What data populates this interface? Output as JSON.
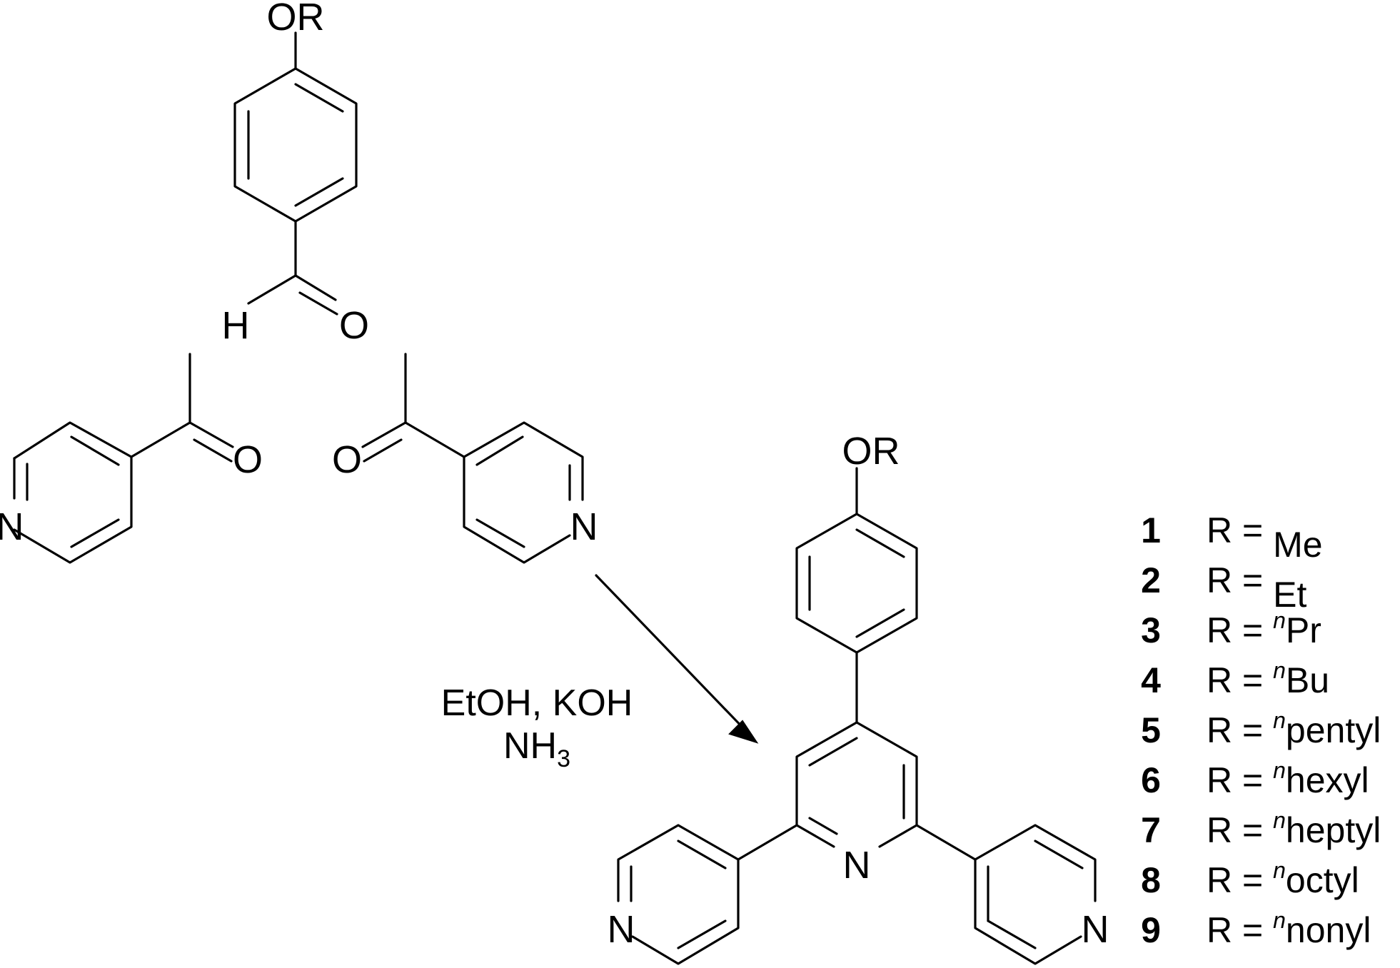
{
  "scheme": {
    "reagent_aldehyde": {
      "or_label": "OR",
      "h_label": "H",
      "o_label": "O"
    },
    "reagent_ketone_left": {
      "n_label": "N",
      "o_label": "O"
    },
    "reagent_ketone_right": {
      "n_label": "N",
      "o_label": "O"
    },
    "conditions": {
      "line1": "EtOH, KOH",
      "line2_base": "NH",
      "line2_sub": "3"
    },
    "product": {
      "or_label": "OR",
      "n_center": "N",
      "n_left": "N",
      "n_right": "N"
    },
    "compounds": [
      {
        "number": "1",
        "prefix": "R = ",
        "sup": "",
        "name": "Me"
      },
      {
        "number": "2",
        "prefix": "R = ",
        "sup": "",
        "name": "Et"
      },
      {
        "number": "3",
        "prefix": "R = ",
        "sup": "n",
        "name": "Pr"
      },
      {
        "number": "4",
        "prefix": "R = ",
        "sup": "n",
        "name": "Bu"
      },
      {
        "number": "5",
        "prefix": "R = ",
        "sup": "n",
        "name": "pentyl"
      },
      {
        "number": "6",
        "prefix": "R = ",
        "sup": "n",
        "name": "hexyl"
      },
      {
        "number": "7",
        "prefix": "R = ",
        "sup": "n",
        "name": "heptyl"
      },
      {
        "number": "8",
        "prefix": "R = ",
        "sup": "n",
        "name": "octyl"
      },
      {
        "number": "9",
        "prefix": "R = ",
        "sup": "n",
        "name": "nonyl"
      }
    ]
  }
}
